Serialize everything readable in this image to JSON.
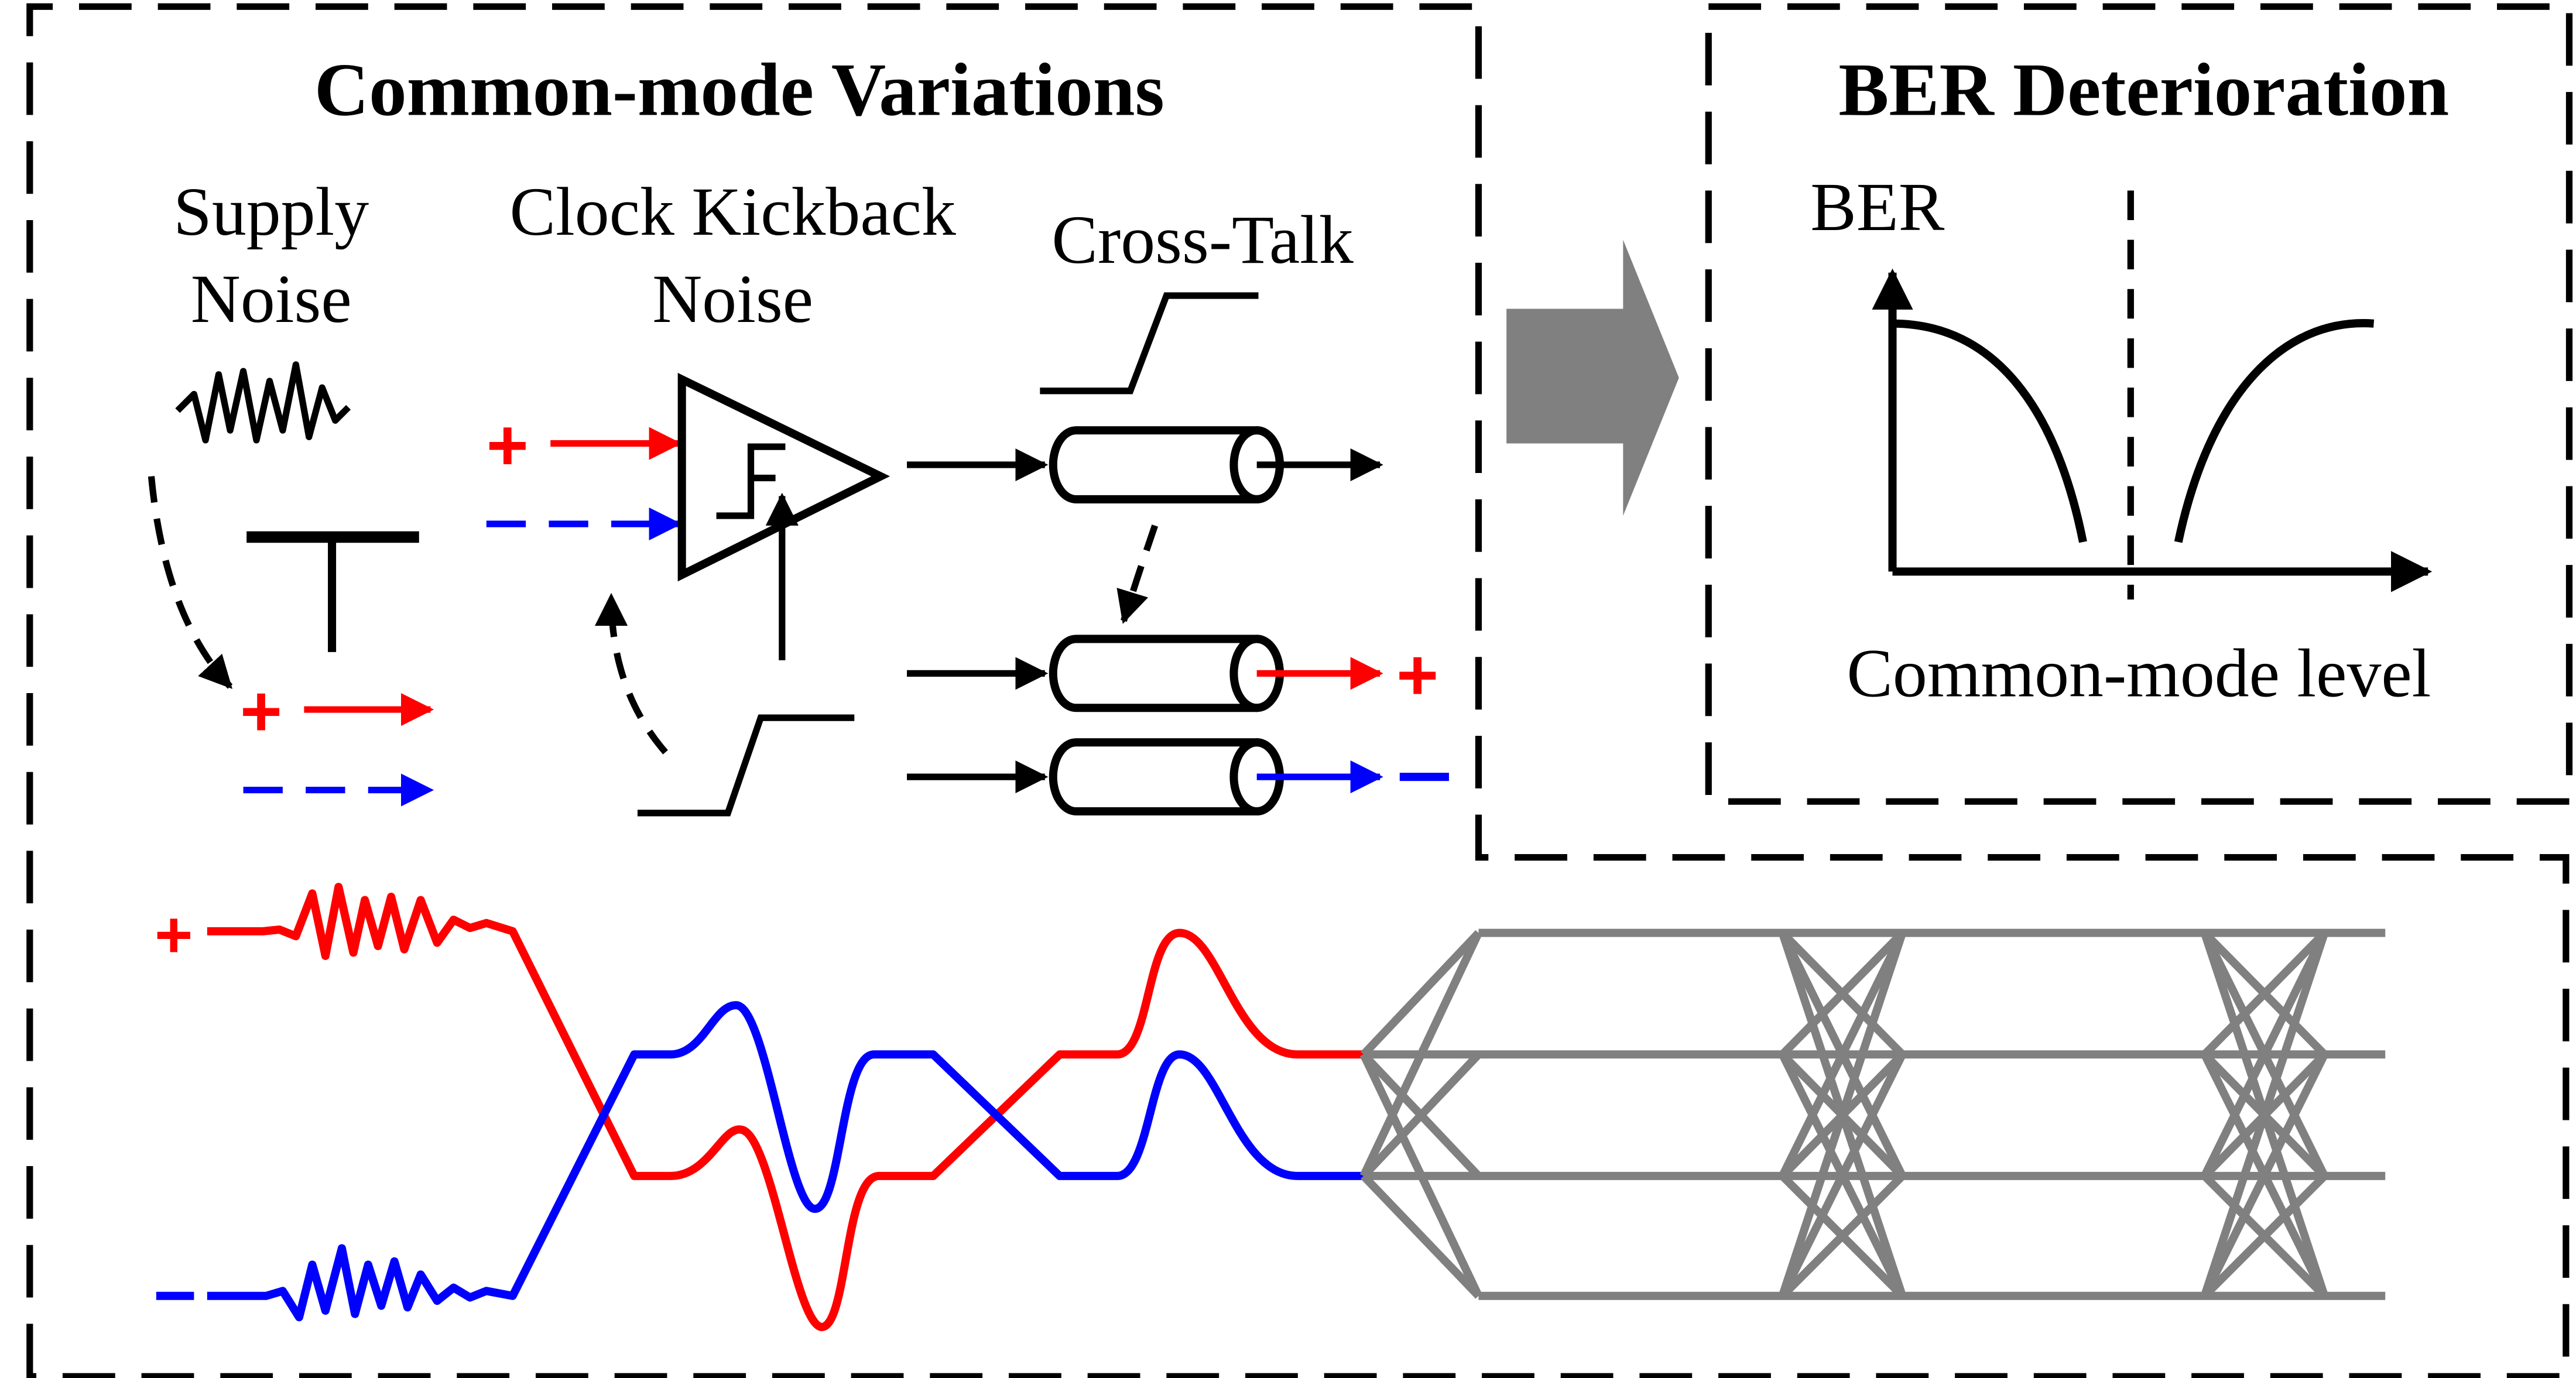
{
  "left_panel": {
    "title": "Common-mode Variations",
    "supply_noise": [
      "Supply",
      "Noise"
    ],
    "clock_kickback": [
      "Clock Kickback",
      "Noise"
    ],
    "cross_talk": "Cross-Talk"
  },
  "right_panel": {
    "title": "BER Deterioration",
    "y_axis_label": "BER",
    "x_axis_label": "Common-mode level"
  },
  "signs": {
    "plus": "+",
    "minus": "–"
  },
  "colors": {
    "positive": "#ff0000",
    "negative": "#0000ff",
    "ink": "#000000",
    "eye": "#808080"
  }
}
